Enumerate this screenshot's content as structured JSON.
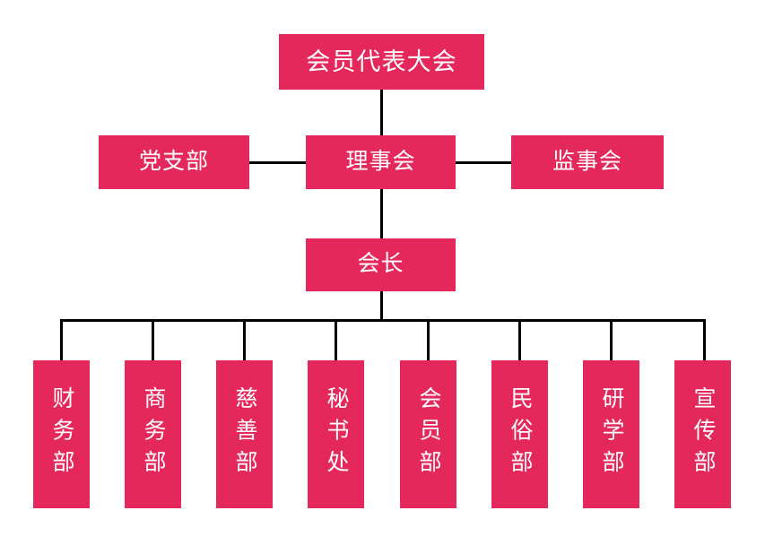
{
  "chart": {
    "type": "org-chart",
    "title": "",
    "colors": {
      "node_fill": "#e5285c",
      "node_text": "#ffffff",
      "connector": "#000000",
      "background": "#ffffff"
    },
    "levels": [
      {
        "level": 1,
        "nodes": [
          {
            "id": "assembly",
            "label": "会员代表大会",
            "orientation": "horizontal"
          }
        ]
      },
      {
        "level": 2,
        "nodes": [
          {
            "id": "party-branch",
            "label": "党支部",
            "orientation": "horizontal"
          },
          {
            "id": "council",
            "label": "理事会",
            "orientation": "horizontal"
          },
          {
            "id": "supervisory-board",
            "label": "监事会",
            "orientation": "horizontal"
          }
        ]
      },
      {
        "level": 3,
        "nodes": [
          {
            "id": "president",
            "label": "会长",
            "orientation": "horizontal"
          }
        ]
      },
      {
        "level": 4,
        "nodes": [
          {
            "id": "finance",
            "label": "财务部",
            "orientation": "vertical"
          },
          {
            "id": "business",
            "label": "商务部",
            "orientation": "vertical"
          },
          {
            "id": "charity",
            "label": "慈善部",
            "orientation": "vertical"
          },
          {
            "id": "secretariat",
            "label": "秘书处",
            "orientation": "vertical"
          },
          {
            "id": "membership",
            "label": "会员部",
            "orientation": "vertical"
          },
          {
            "id": "folklore",
            "label": "民俗部",
            "orientation": "vertical"
          },
          {
            "id": "research-study",
            "label": "研学部",
            "orientation": "vertical"
          },
          {
            "id": "publicity",
            "label": "宣传部",
            "orientation": "vertical"
          }
        ]
      }
    ],
    "edges": [
      {
        "from": "assembly",
        "to": "council",
        "style": "vertical"
      },
      {
        "from": "council",
        "to": "party-branch",
        "style": "horizontal"
      },
      {
        "from": "council",
        "to": "supervisory-board",
        "style": "horizontal"
      },
      {
        "from": "council",
        "to": "president",
        "style": "vertical"
      },
      {
        "from": "president",
        "to": "finance",
        "style": "elbow"
      },
      {
        "from": "president",
        "to": "business",
        "style": "elbow"
      },
      {
        "from": "president",
        "to": "charity",
        "style": "elbow"
      },
      {
        "from": "president",
        "to": "secretariat",
        "style": "elbow"
      },
      {
        "from": "president",
        "to": "membership",
        "style": "elbow"
      },
      {
        "from": "president",
        "to": "folklore",
        "style": "elbow"
      },
      {
        "from": "president",
        "to": "research-study",
        "style": "elbow"
      },
      {
        "from": "president",
        "to": "publicity",
        "style": "elbow"
      }
    ]
  }
}
